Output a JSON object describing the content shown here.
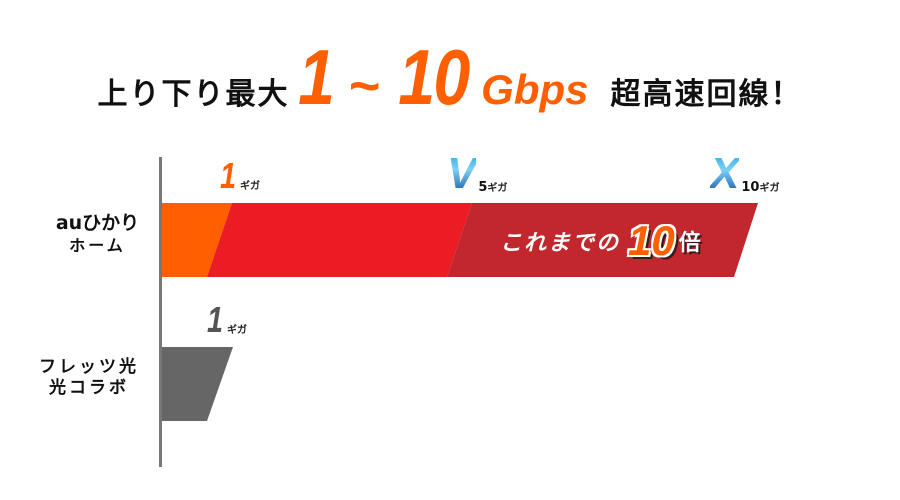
{
  "headline": {
    "prefix": "上り下り最大",
    "min": "1",
    "tilde": "~",
    "max": "10",
    "unit": "Gbps",
    "suffix": "超高速回線！"
  },
  "rows": [
    {
      "label_line1": "auひかり",
      "label_line2": "ホーム"
    },
    {
      "label_line1": "フレッツ光",
      "label_line2": "光コラボ"
    }
  ],
  "markers": {
    "au_1g": {
      "value": "1",
      "unit": "ギガ"
    },
    "au_5g": {
      "letter": "V",
      "value": "5",
      "unit": "ギガ"
    },
    "au_10g": {
      "letter": "X",
      "value": "10",
      "unit": "ギガ"
    },
    "flets_1g": {
      "value": "1",
      "unit": "ギガ"
    }
  },
  "callout": {
    "text": "これまでの",
    "multiplier": "10",
    "suffix": "倍"
  },
  "colors": {
    "orange": "#ff5f00",
    "red": "#ec1c24",
    "dark_red": "#c1272d",
    "gray_bar": "#666666",
    "axis": "#777777"
  },
  "chart_data": {
    "type": "bar",
    "orientation": "horizontal",
    "title": "上り下り最大 1~10Gbps 超高速回線！",
    "categories": [
      "auひかり ホーム",
      "フレッツ光 光コラボ"
    ],
    "unit": "ギガ (Gbps)",
    "series": [
      {
        "name": "1ギガ",
        "values": [
          1,
          1
        ],
        "colors": [
          "#ff5f00",
          "#666666"
        ]
      },
      {
        "name": "5ギガ (V)",
        "values": [
          5,
          null
        ],
        "color": "#ec1c24"
      },
      {
        "name": "10ギガ (X)",
        "values": [
          10,
          null
        ],
        "color": "#c1272d"
      }
    ],
    "annotations": [
      "これまでの10倍"
    ],
    "xlim": [
      0,
      10
    ],
    "grid": false,
    "legend": "none"
  }
}
